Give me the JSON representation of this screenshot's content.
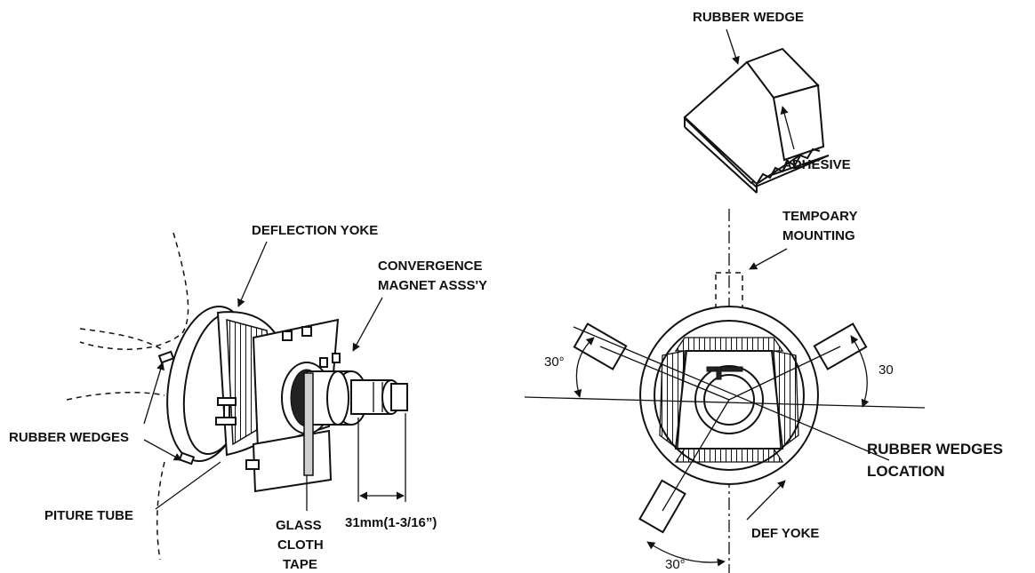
{
  "labels": {
    "rubber_wedge": "RUBBER WEDGE",
    "adhesive": "ADHESIVE",
    "deflection_yoke": "DEFLECTION YOKE",
    "convergence_1": "CONVERGENCE",
    "convergence_2": "MAGNET ASSS'Y",
    "rubber_wedges": "RUBBER WEDGES",
    "piture_tube": "PITURE TUBE",
    "glass_1": "GLASS",
    "glass_2": "CLOTH",
    "glass_3": "TAPE",
    "dimension": "31mm(1-3/16”)",
    "tempoary_1": "TEMPOARY",
    "tempoary_2": "MOUNTING",
    "angle_left": "30°",
    "angle_right": "30",
    "angle_bottom": "30°",
    "wedges_location_1": "RUBBER WEDGES",
    "wedges_location_2": "LOCATION",
    "def_yoke": "DEF YOKE"
  }
}
